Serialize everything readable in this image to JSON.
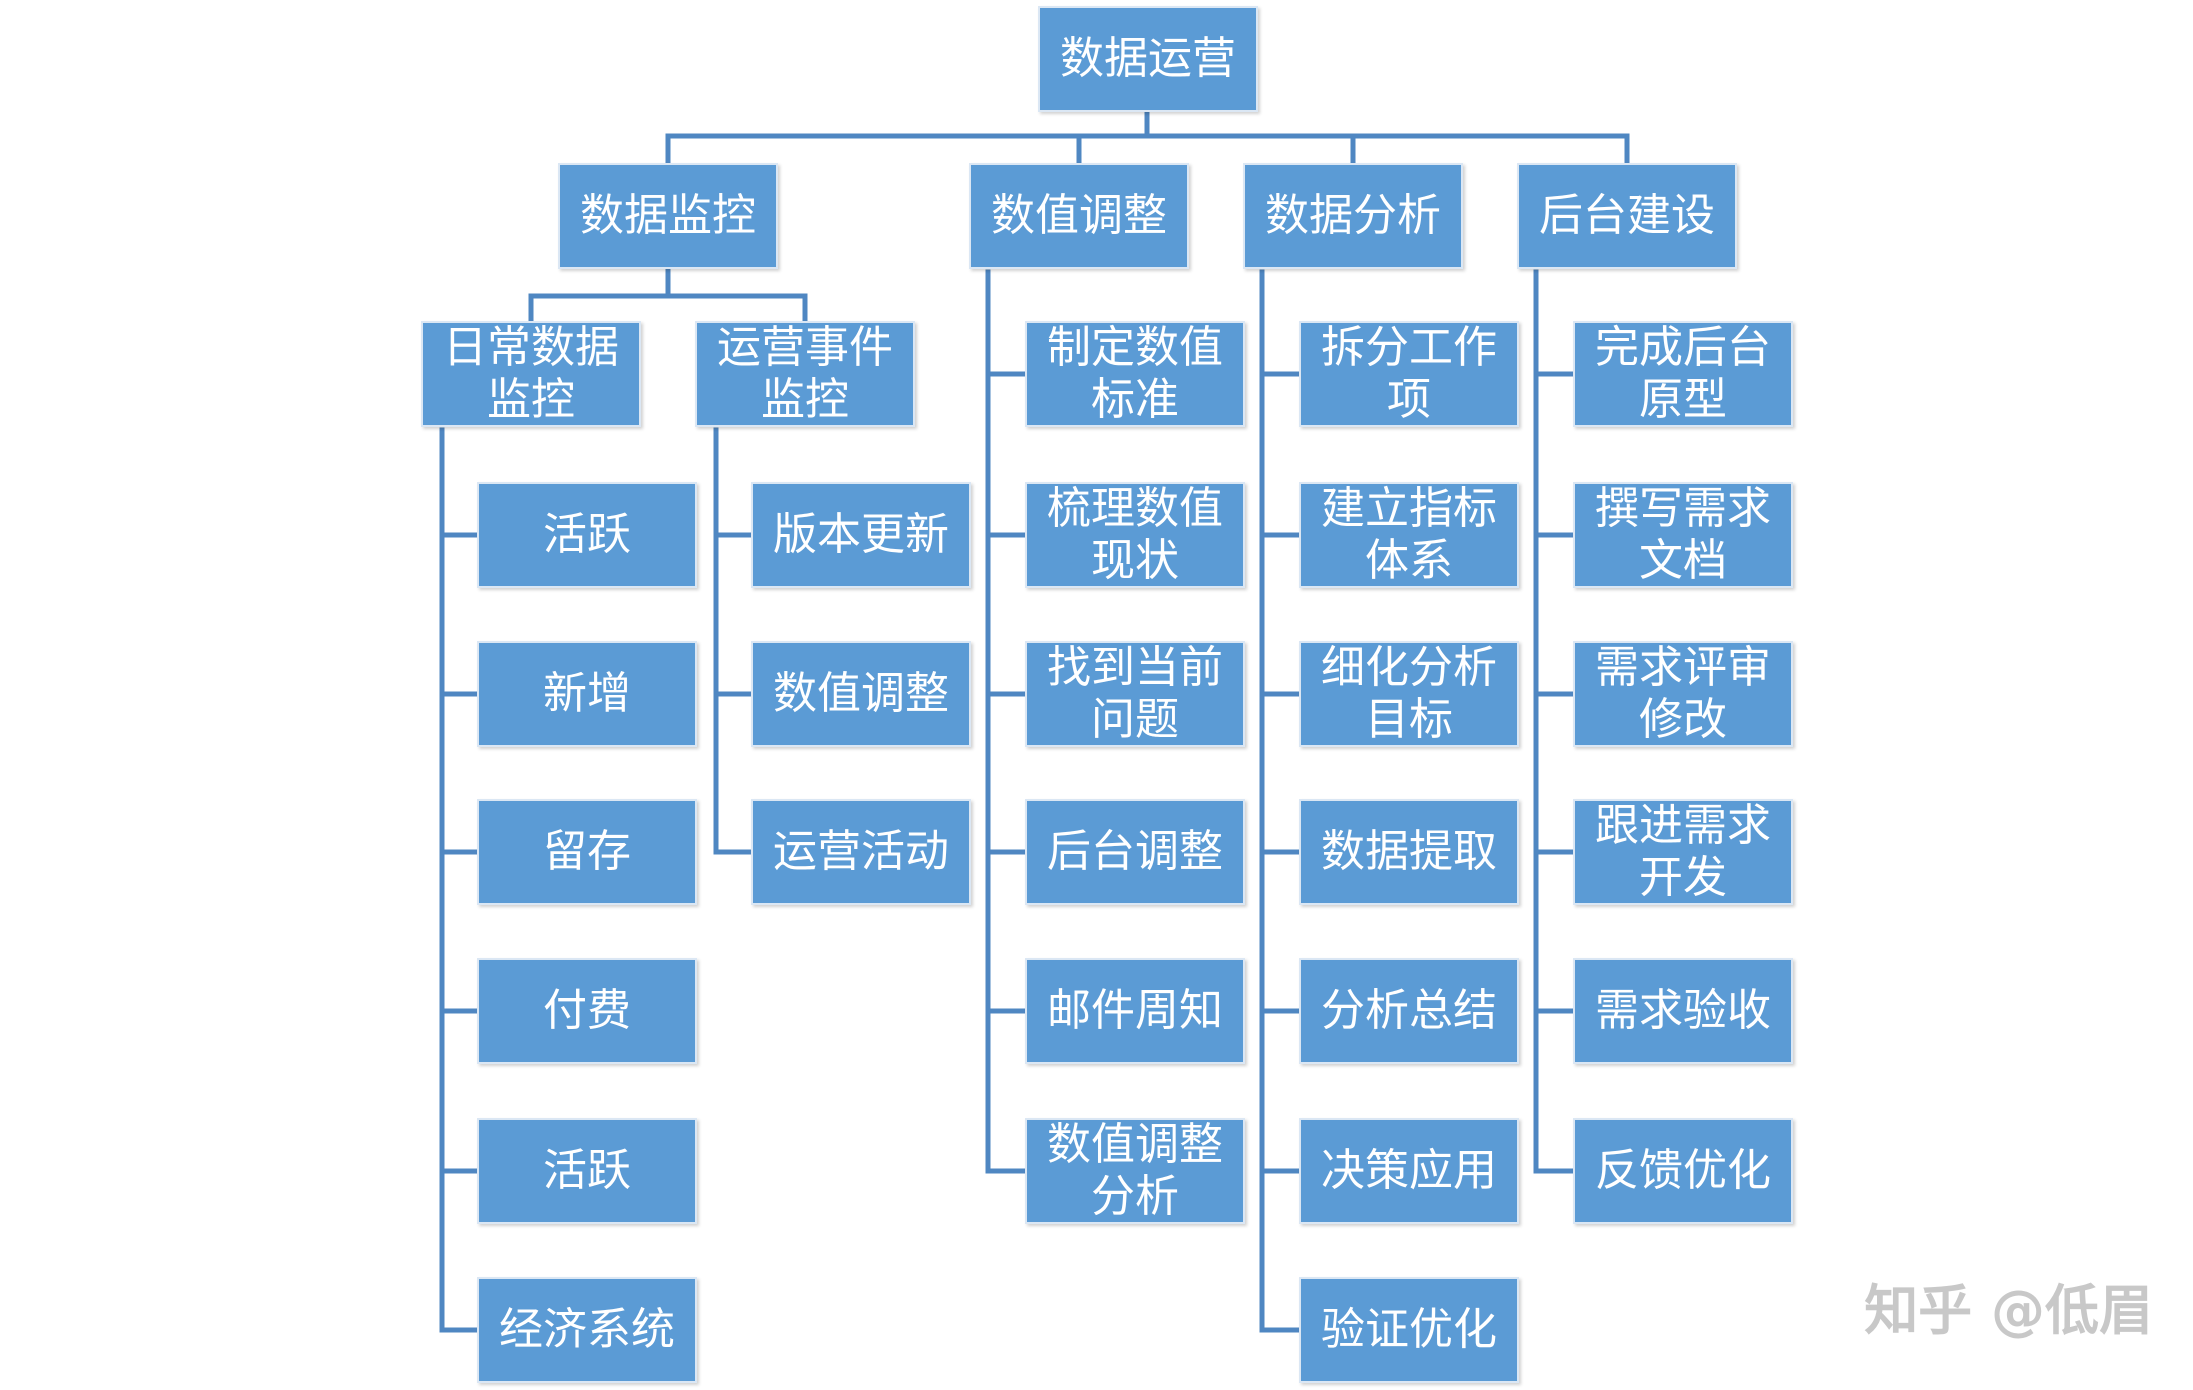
{
  "root": {
    "label": "数据运营"
  },
  "branches": [
    {
      "label": "数据监控",
      "groups": [
        {
          "label": "日常数据监控",
          "items": [
            "活跃",
            "新增",
            "留存",
            "付费",
            "活跃",
            "经济系统"
          ]
        },
        {
          "label": "运营事件监控",
          "items": [
            "版本更新",
            "数值调整",
            "运营活动"
          ]
        }
      ]
    },
    {
      "label": "数值调整",
      "items": [
        "制定数值标准",
        "梳理数值现状",
        "找到当前问题",
        "后台调整",
        "邮件周知",
        "数值调整分析"
      ]
    },
    {
      "label": "数据分析",
      "items": [
        "拆分工作项",
        "建立指标体系",
        "细化分析目标",
        "数据提取",
        "分析总结",
        "决策应用",
        "验证优化"
      ]
    },
    {
      "label": "后台建设",
      "items": [
        "完成后台原型",
        "撰写需求文档",
        "需求评审修改",
        "跟进需求开发",
        "需求验收",
        "反馈优化"
      ]
    }
  ],
  "watermark": "知乎 @低眉",
  "colors": {
    "box_fill": "#5b9bd5",
    "box_text": "#ffffff",
    "connector": "#4f87c2",
    "watermark": "#c8c8c8"
  }
}
